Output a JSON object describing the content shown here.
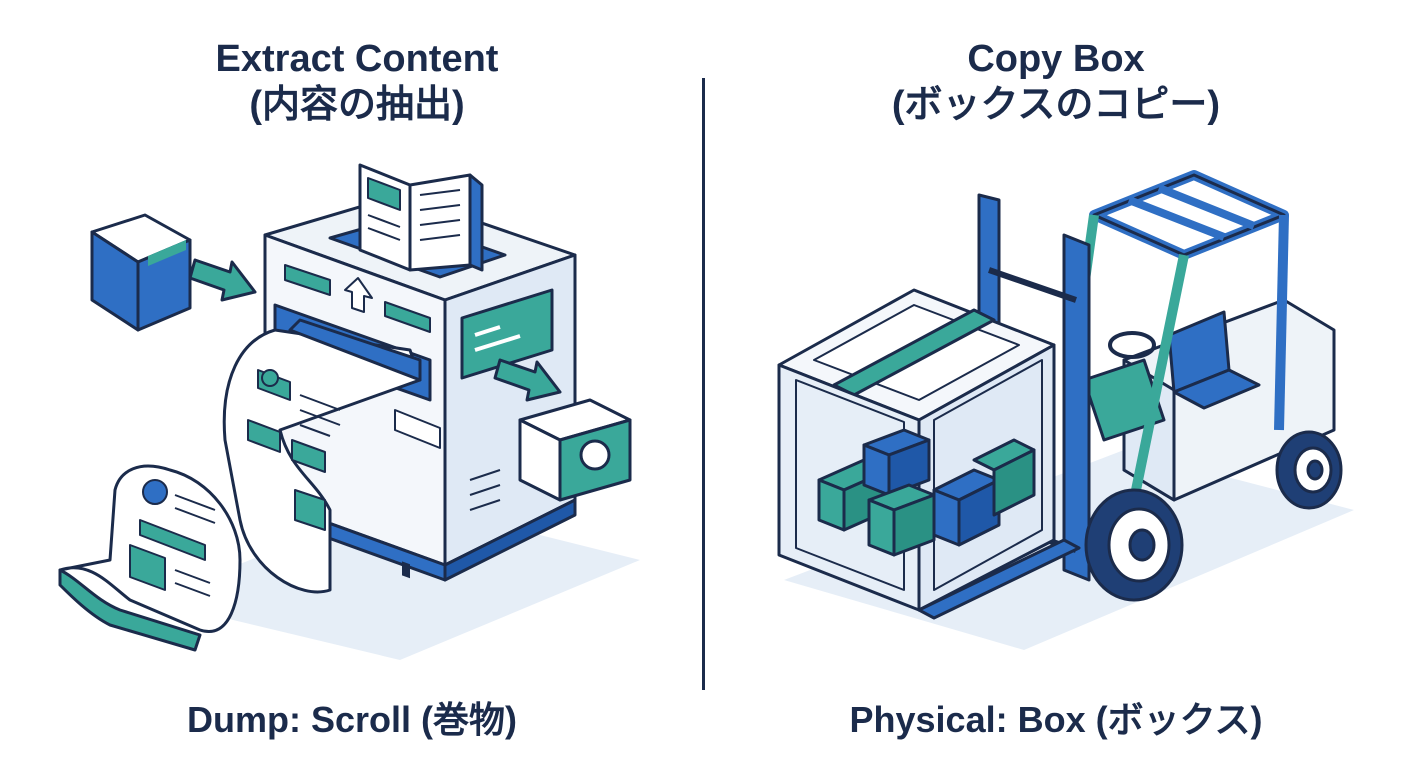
{
  "left": {
    "title_line1": "Extract Content",
    "title_line2": "(内容の抽出)",
    "caption": "Dump: Scroll (巻物)",
    "icons": [
      "book-icon",
      "arrow-icon",
      "extractor-machine-icon",
      "scroll-icon"
    ]
  },
  "right": {
    "title_line1": "Copy Box",
    "title_line2": "(ボックスのコピー)",
    "caption": "Physical: Box (ボックス)",
    "icons": [
      "forklift-icon",
      "crate-icon"
    ]
  },
  "colors": {
    "navy": "#1b2b4b",
    "blue": "#2f6fc4",
    "teal": "#3aa89a",
    "light_blue": "#dfe9f5",
    "pale": "#eef3f8"
  }
}
